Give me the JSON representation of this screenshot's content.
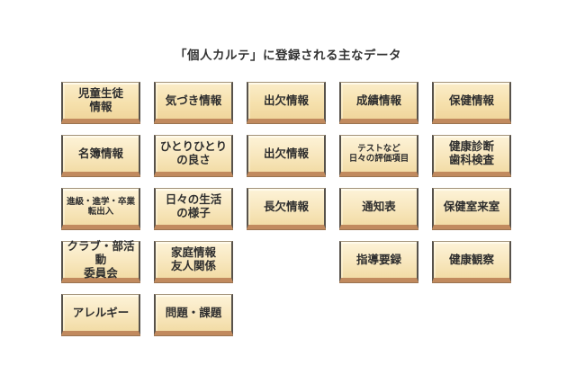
{
  "title": "「個人カルテ」に登録される主なデータ",
  "colors": {
    "background": "#FFFFFF",
    "title_text": "#333333",
    "box_face_top": "#FDF3D8",
    "box_face_bottom": "#F2DCA6",
    "box_bottom_bevel": "#C18A5E",
    "box_side_edge": "#57524B",
    "box_text": "#2E2E2E"
  },
  "boxes": [
    {
      "row": 1,
      "col": 1,
      "text": "児童生徒\n情報",
      "small": false
    },
    {
      "row": 1,
      "col": 2,
      "text": "気づき情報",
      "small": false
    },
    {
      "row": 1,
      "col": 3,
      "text": "出欠情報",
      "small": false
    },
    {
      "row": 1,
      "col": 4,
      "text": "成績情報",
      "small": false
    },
    {
      "row": 1,
      "col": 5,
      "text": "保健情報",
      "small": false
    },
    {
      "row": 2,
      "col": 1,
      "text": "名簿情報",
      "small": false
    },
    {
      "row": 2,
      "col": 2,
      "text": "ひとりひとり\nの良さ",
      "small": false
    },
    {
      "row": 2,
      "col": 3,
      "text": "出欠情報",
      "small": false
    },
    {
      "row": 2,
      "col": 4,
      "text": "テストなど\n日々の評価項目",
      "small": true
    },
    {
      "row": 2,
      "col": 5,
      "text": "健康診断\n歯科検査",
      "small": false
    },
    {
      "row": 3,
      "col": 1,
      "text": "進級・進学・卒業\n転出入",
      "small": true
    },
    {
      "row": 3,
      "col": 2,
      "text": "日々の生活\nの様子",
      "small": false
    },
    {
      "row": 3,
      "col": 3,
      "text": "長欠情報",
      "small": false
    },
    {
      "row": 3,
      "col": 4,
      "text": "通知表",
      "small": false
    },
    {
      "row": 3,
      "col": 5,
      "text": "保健室来室",
      "small": false
    },
    {
      "row": 4,
      "col": 1,
      "text": "クラブ・部活動\n委員会",
      "small": false
    },
    {
      "row": 4,
      "col": 2,
      "text": "家庭情報\n友人関係",
      "small": false
    },
    {
      "row": 4,
      "col": 4,
      "text": "指導要録",
      "small": false
    },
    {
      "row": 4,
      "col": 5,
      "text": "健康観察",
      "small": false
    },
    {
      "row": 5,
      "col": 1,
      "text": "アレルギー",
      "small": false
    },
    {
      "row": 5,
      "col": 2,
      "text": "問題・課題",
      "small": false
    }
  ]
}
